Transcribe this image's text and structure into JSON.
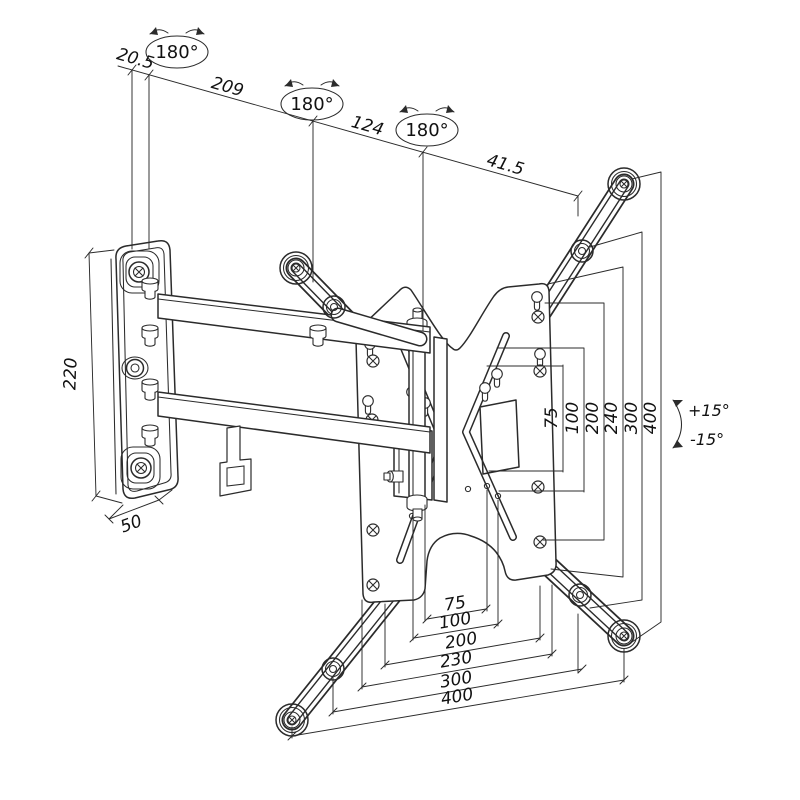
{
  "annotations": {
    "swivel_badges": [
      "180°",
      "180°",
      "180°"
    ],
    "tilt_up": "+15°",
    "tilt_down": "-15°",
    "top_dims": [
      "20.5",
      "209",
      "124",
      "41.5"
    ],
    "left_dims": [
      "220",
      "50"
    ],
    "right_dims": [
      "75",
      "100",
      "200",
      "240",
      "300",
      "400"
    ],
    "bottom_dims": [
      "75",
      "100",
      "200",
      "230",
      "300",
      "400"
    ]
  },
  "colors": {
    "line": "#2b2b2b",
    "text": "#111111",
    "background": "#ffffff"
  }
}
